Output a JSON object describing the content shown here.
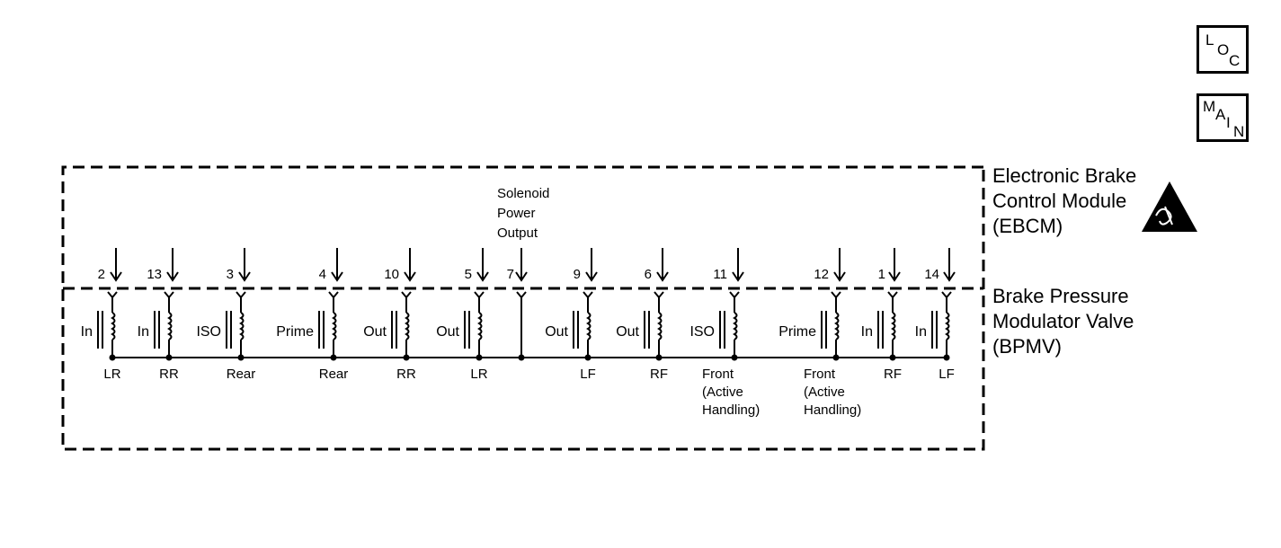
{
  "nav": {
    "loc": [
      "L",
      "O",
      "C"
    ],
    "main": [
      "M",
      "A",
      "I",
      "N"
    ]
  },
  "labels": {
    "ebcm": [
      "Electronic Brake",
      "Control Module",
      "(EBCM)"
    ],
    "bpmv": [
      "Brake Pressure",
      "Modulator Valve",
      "(BPMV)"
    ],
    "solenoid": [
      "Solenoid",
      "Power",
      "Output"
    ]
  },
  "pins": [
    {
      "pin": "2",
      "func": "In",
      "loc": [
        "LR"
      ]
    },
    {
      "pin": "13",
      "func": "In",
      "loc": [
        "RR"
      ]
    },
    {
      "pin": "3",
      "func": "ISO",
      "loc": [
        "Rear"
      ]
    },
    {
      "pin": "4",
      "func": "Prime",
      "loc": [
        "Rear"
      ]
    },
    {
      "pin": "10",
      "func": "Out",
      "loc": [
        "RR"
      ]
    },
    {
      "pin": "5",
      "func": "Out",
      "loc": [
        "LR"
      ]
    },
    {
      "pin": "7",
      "func": "",
      "loc": []
    },
    {
      "pin": "9",
      "func": "Out",
      "loc": [
        "LF"
      ]
    },
    {
      "pin": "6",
      "func": "Out",
      "loc": [
        "RF"
      ]
    },
    {
      "pin": "11",
      "func": "ISO",
      "loc": [
        "Front",
        "(Active",
        "Handling)"
      ]
    },
    {
      "pin": "12",
      "func": "Prime",
      "loc": [
        "Front",
        "(Active",
        "Handling)"
      ]
    },
    {
      "pin": "1",
      "func": "In",
      "loc": [
        "RF"
      ]
    },
    {
      "pin": "14",
      "func": "In",
      "loc": [
        "LF"
      ]
    }
  ]
}
